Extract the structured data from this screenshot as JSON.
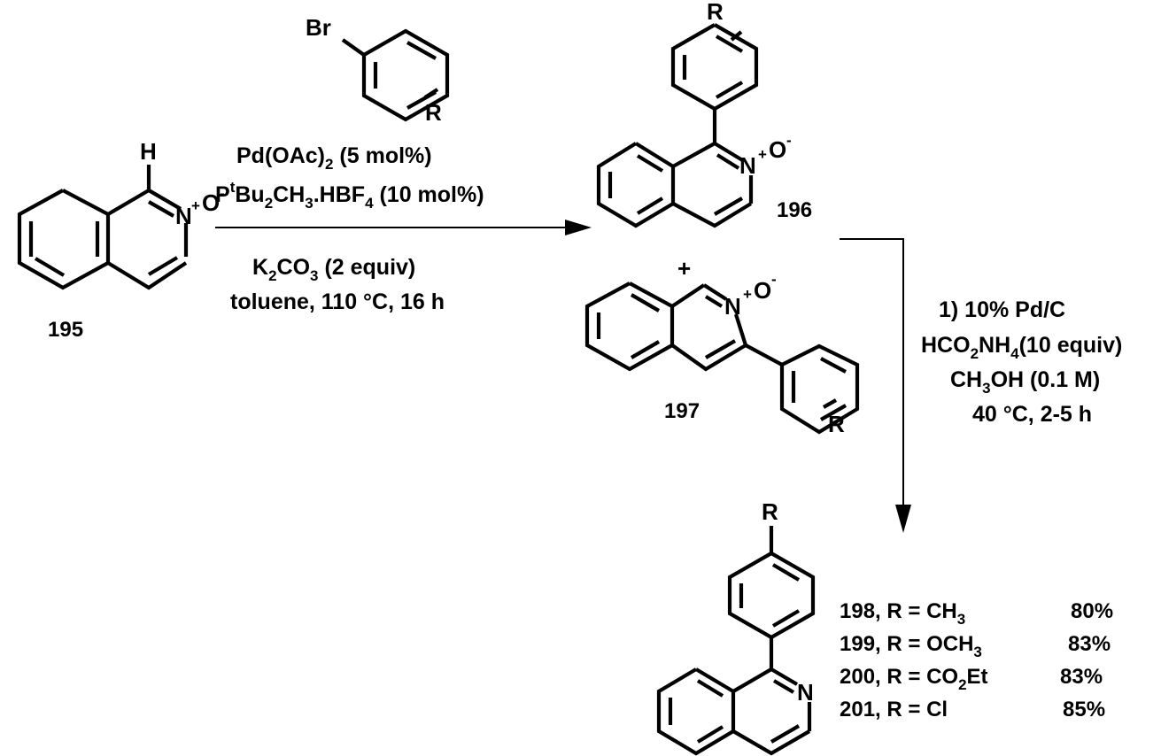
{
  "compounds": {
    "c195": "195",
    "c196": "196",
    "c197": "197"
  },
  "atoms": {
    "h": "H",
    "n": "N",
    "plus": "+",
    "o": "O",
    "minus": "-",
    "br": "Br",
    "r": "R",
    "plus_197": "+"
  },
  "reaction1": {
    "line1_a": "Pd(OAc)",
    "line1_sub": "2",
    "line1_b": " (5 mol%)",
    "line2_a": "P",
    "line2_sup": "t",
    "line2_b": "Bu",
    "line2_sub1": "2",
    "line2_c": "CH",
    "line2_sub2": "3",
    "line2_d": ".HBF",
    "line2_sub3": "4",
    "line2_e": " (10 mol%)",
    "line3_a": "K",
    "line3_sub1": "2",
    "line3_b": "CO",
    "line3_sub2": "3",
    "line3_c": " (2 equiv)",
    "line4": "toluene, 110 °C, 16 h"
  },
  "reaction2": {
    "line1": "1)  10% Pd/C",
    "line2_a": "HCO",
    "line2_sub1": "2",
    "line2_b": "NH",
    "line2_sub2": "4",
    "line2_c": "(10 equiv)",
    "line3_a": "CH",
    "line3_sub": "3",
    "line3_b": "OH (0.1 M)",
    "line4": "40 °C, 2-5 h"
  },
  "results": [
    {
      "label": "198, R = CH",
      "sub": "3",
      "tail": "",
      "yield": "80%"
    },
    {
      "label": "199, R = OCH",
      "sub": "3",
      "tail": "",
      "yield": "83%"
    },
    {
      "label": "200, R = CO",
      "sub": "2",
      "tail": "Et",
      "yield": "83%"
    },
    {
      "label": "201, R = Cl",
      "sub": "",
      "tail": "",
      "yield": "85%"
    }
  ]
}
